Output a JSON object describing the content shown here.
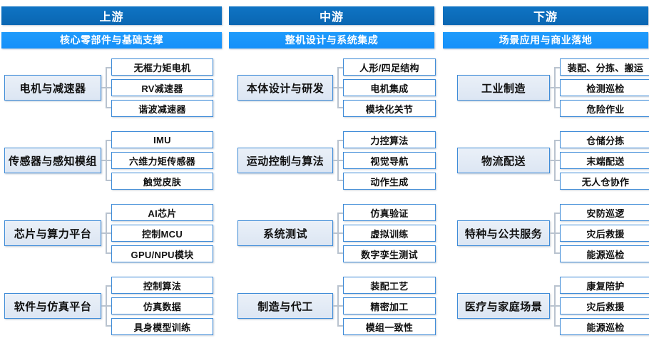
{
  "columns": [
    {
      "tier_label": "上游",
      "subtitle": "核心零部件与基础支撑",
      "groups": [
        {
          "parent": "电机与减速器",
          "children": [
            "无框力矩电机",
            "RV减速器",
            "谐波减速器"
          ]
        },
        {
          "parent": "传感器与感知模组",
          "children": [
            "IMU",
            "六维力矩传感器",
            "触觉皮肤"
          ]
        },
        {
          "parent": "芯片与算力平台",
          "children": [
            "AI芯片",
            "控制MCU",
            "GPU/NPU模块"
          ]
        },
        {
          "parent": "软件与仿真平台",
          "children": [
            "控制算法",
            "仿真数据",
            "具身模型训练"
          ]
        }
      ]
    },
    {
      "tier_label": "中游",
      "subtitle": "整机设计与系统集成",
      "groups": [
        {
          "parent": "本体设计与研发",
          "children": [
            "人形/四足结构",
            "电机集成",
            "模块化关节"
          ]
        },
        {
          "parent": "运动控制与算法",
          "children": [
            "力控算法",
            "视觉导航",
            "动作生成"
          ]
        },
        {
          "parent": "系统测试",
          "children": [
            "仿真验证",
            "虚拟训练",
            "数字孪生测试"
          ]
        },
        {
          "parent": "制造与代工",
          "children": [
            "装配工艺",
            "精密加工",
            "模组一致性"
          ]
        }
      ]
    },
    {
      "tier_label": "下游",
      "subtitle": "场景应用与商业落地",
      "groups": [
        {
          "parent": "工业制造",
          "children": [
            "装配、分拣、搬运",
            "检测巡检",
            "危险作业"
          ]
        },
        {
          "parent": "物流配送",
          "children": [
            "仓储分拣",
            "末端配送",
            "无人仓协作"
          ]
        },
        {
          "parent": "特种与公共服务",
          "children": [
            "安防巡逻",
            "灾后救援",
            "能源巡检"
          ]
        },
        {
          "parent": "医疗与家庭场景",
          "children": [
            "康复陪护",
            "灾后救援",
            "能源巡检"
          ]
        }
      ]
    }
  ],
  "colors": {
    "tier_header": "#0a66b2",
    "subtitle_header": "#1590fa",
    "parent_fill": "#e4ecf6",
    "parent_border": "#3f8cd8",
    "child_border": "#3f8cd8",
    "connector": "#b9c3cf"
  }
}
